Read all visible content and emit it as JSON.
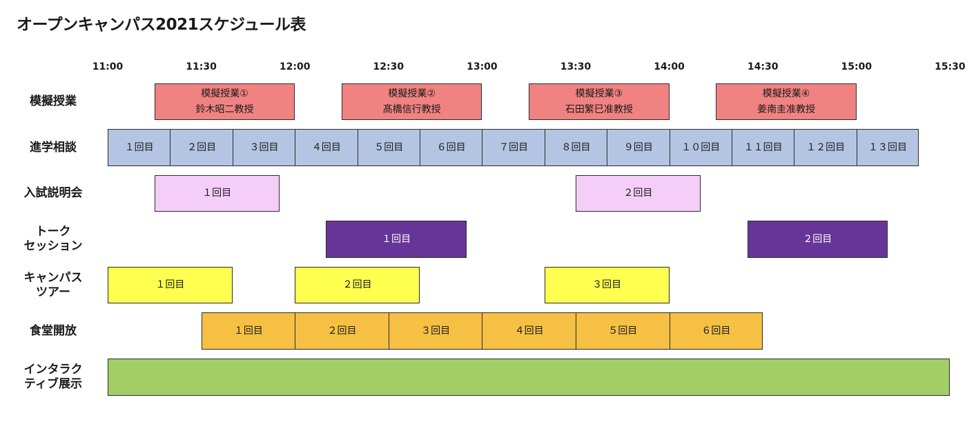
{
  "title": "オープンキャンパス2021スケジュール表",
  "timeline": {
    "ticks": [
      "11:00",
      "11:30",
      "12:00",
      "12:30",
      "13:00",
      "13:30",
      "14:00",
      "14:30",
      "15:00",
      "15:30"
    ]
  },
  "rows": {
    "mock_class": {
      "label": [
        "模擬授業"
      ],
      "color": "#f08282",
      "sessions": [
        {
          "title": "模擬授業①",
          "lecturer": "鈴木昭二教授",
          "start": "11:15",
          "end": "12:00"
        },
        {
          "title": "模擬授業②",
          "lecturer": "髙橋信行教授",
          "start": "12:15",
          "end": "13:00"
        },
        {
          "title": "模擬授業③",
          "lecturer": "石田繁巳准教授",
          "start": "13:15",
          "end": "14:00"
        },
        {
          "title": "模擬授業④",
          "lecturer": "姜南圭准教授",
          "start": "14:15",
          "end": "15:00"
        }
      ]
    },
    "consultation": {
      "label": [
        "進学相談"
      ],
      "color": "#b4c5e3",
      "sessions": [
        {
          "label": "１回目",
          "start": "11:00",
          "end": "11:20"
        },
        {
          "label": "２回目",
          "start": "11:20",
          "end": "11:40"
        },
        {
          "label": "３回目",
          "start": "11:40",
          "end": "12:00"
        },
        {
          "label": "４回目",
          "start": "12:00",
          "end": "12:20"
        },
        {
          "label": "５回目",
          "start": "12:20",
          "end": "12:40"
        },
        {
          "label": "６回目",
          "start": "12:40",
          "end": "13:00"
        },
        {
          "label": "７回目",
          "start": "13:00",
          "end": "13:20"
        },
        {
          "label": "８回目",
          "start": "13:20",
          "end": "13:40"
        },
        {
          "label": "９回目",
          "start": "13:40",
          "end": "14:00"
        },
        {
          "label": "１０回目",
          "start": "14:00",
          "end": "14:20"
        },
        {
          "label": "１１回目",
          "start": "14:20",
          "end": "14:40"
        },
        {
          "label": "１２回目",
          "start": "14:40",
          "end": "15:00"
        },
        {
          "label": "１３回目",
          "start": "15:00",
          "end": "15:20"
        }
      ]
    },
    "admission": {
      "label": [
        "入試説明会"
      ],
      "color": "#f5cdf9",
      "sessions": [
        {
          "label": "１回目",
          "start": "11:15",
          "end": "11:55"
        },
        {
          "label": "２回目",
          "start": "13:30",
          "end": "14:10"
        }
      ]
    },
    "talk": {
      "label": [
        "トーク",
        "セッション"
      ],
      "color": "#673597",
      "sessions": [
        {
          "label": "１回目",
          "start": "12:10",
          "end": "12:55"
        },
        {
          "label": "２回目",
          "start": "14:25",
          "end": "15:10"
        }
      ]
    },
    "tour": {
      "label": [
        "キャンパス",
        "ツアー"
      ],
      "color": "#ffff4f",
      "sessions": [
        {
          "label": "１回目",
          "start": "11:00",
          "end": "11:40"
        },
        {
          "label": "２回目",
          "start": "12:00",
          "end": "12:40"
        },
        {
          "label": "３回目",
          "start": "13:20",
          "end": "14:00"
        }
      ]
    },
    "cafeteria": {
      "label": [
        "食堂開放"
      ],
      "color": "#f5c044",
      "sessions": [
        {
          "label": "１回目",
          "start": "11:30",
          "end": "12:00"
        },
        {
          "label": "２回目",
          "start": "12:00",
          "end": "12:30"
        },
        {
          "label": "３回目",
          "start": "12:30",
          "end": "13:00"
        },
        {
          "label": "４回目",
          "start": "13:00",
          "end": "13:30"
        },
        {
          "label": "５回目",
          "start": "13:30",
          "end": "14:00"
        },
        {
          "label": "６回目",
          "start": "14:00",
          "end": "14:30"
        }
      ]
    },
    "exhibit": {
      "label": [
        "インタラク",
        "ティブ展示"
      ],
      "color": "#a3cd65",
      "sessions": [
        {
          "label": "",
          "start": "11:00",
          "end": "15:30"
        }
      ]
    }
  }
}
